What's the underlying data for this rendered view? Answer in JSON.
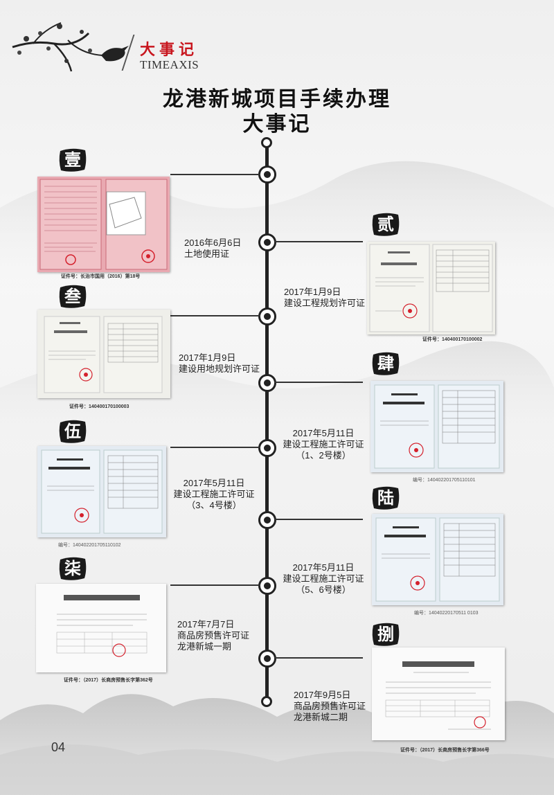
{
  "header": {
    "logo_cn": "大事记",
    "logo_en": "TIMEAXIS",
    "title_line1": "龙港新城项目手续办理",
    "title_line2": "大事记"
  },
  "colors": {
    "accent": "#c8161e",
    "line": "#222222"
  },
  "events": [
    {
      "numeral": "壹",
      "date": "2016年6月6日",
      "name": "土地使用证",
      "extra": "",
      "caption": "证件号：长治市国用（2016）第18号"
    },
    {
      "numeral": "贰",
      "date": "2017年1月9日",
      "name": "建设工程规划许可证",
      "extra": "",
      "caption": "证件号：140400170100002"
    },
    {
      "numeral": "叁",
      "date": "2017年1月9日",
      "name": "建设用地规划许可证",
      "extra": "",
      "caption": "证件号：140400170100003"
    },
    {
      "numeral": "肆",
      "date": "2017年5月11日",
      "name": "建设工程施工许可证",
      "extra": "（1、2号楼）",
      "caption": "编号：140402201705110101"
    },
    {
      "numeral": "伍",
      "date": "2017年5月11日",
      "name": "建设工程施工许可证",
      "extra": "（3、4号楼）",
      "caption": "编号：140402201705110102"
    },
    {
      "numeral": "陆",
      "date": "2017年5月11日",
      "name": "建设工程施工许可证",
      "extra": "（5、6号楼）",
      "caption": "编号：14040220170511  0103"
    },
    {
      "numeral": "柒",
      "date": "2017年7月7日",
      "name": "商品房预售许可证",
      "extra": "龙港新城一期",
      "caption": "证件号：（2017）长商房预售长字第362号"
    },
    {
      "numeral": "捌",
      "date": "2017年9月5日",
      "name": "商品房预售许可证",
      "extra": "龙港新城二期",
      "caption": "证件号：（2017）长商房预售长字第366号"
    }
  ],
  "page_number": "04"
}
